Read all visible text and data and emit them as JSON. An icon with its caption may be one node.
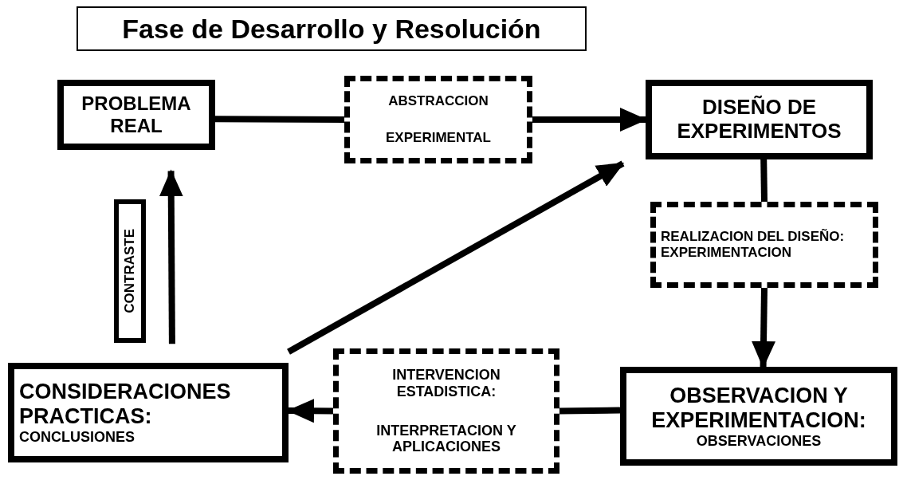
{
  "diagram": {
    "title": "Fase de Desarrollo y Resolución",
    "nodes": [
      {
        "text": [
          "PROBLEMA REAL"
        ]
      },
      {
        "text": [
          "ABSTRACCION",
          "EXPERIMENTAL"
        ]
      },
      {
        "text": [
          "DISEÑO DE EXPERIMENTOS"
        ]
      },
      {
        "text": [
          "REALIZACION DEL DISEÑO: EXPERIMENTACION"
        ]
      },
      {
        "text": [
          "CONTRASTE"
        ]
      },
      {
        "text": [
          "CONSIDERACIONES PRACTICAS:",
          "CONCLUSIONES"
        ]
      },
      {
        "text": [
          "INTERVENCION ESTADISTICA:",
          "INTERPRETACION Y APLICACIONES"
        ]
      },
      {
        "text": [
          "OBSERVACION Y EXPERIMENTACION:",
          "OBSERVACIONES"
        ]
      }
    ],
    "edges": [
      {
        "from": 0,
        "to": 1,
        "arrow": "none"
      },
      {
        "from": 1,
        "to": 2,
        "arrow": "to"
      },
      {
        "from": 2,
        "to": 3,
        "arrow": "none"
      },
      {
        "from": 3,
        "to": 7,
        "arrow": "to"
      },
      {
        "from": 7,
        "to": 6,
        "arrow": "none"
      },
      {
        "from": 6,
        "to": 5,
        "arrow": "to"
      },
      {
        "from": 5,
        "to": 2,
        "arrow": "to"
      },
      {
        "from": 5,
        "to": 0,
        "arrow": "to"
      }
    ]
  }
}
